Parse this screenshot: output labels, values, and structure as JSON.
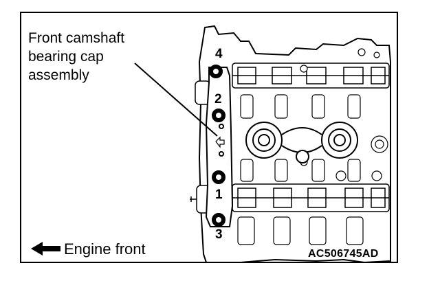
{
  "callout": {
    "lines": [
      "Front camshaft",
      "bearing cap",
      "assembly"
    ]
  },
  "bolt_numbers": [
    "4",
    "2",
    "1",
    "3"
  ],
  "legend": {
    "text": "Engine front",
    "icon": "arrow-left-icon"
  },
  "figure_code": "AC506745AD",
  "colors": {
    "ink": "#000000",
    "paper": "#ffffff"
  }
}
